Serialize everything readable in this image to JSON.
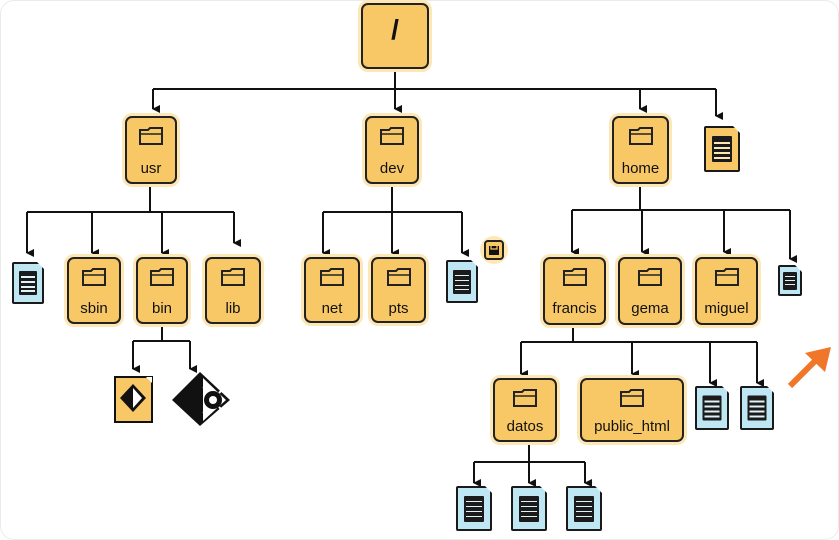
{
  "root": {
    "label": "/"
  },
  "level1": {
    "usr": {
      "label": "usr"
    },
    "dev": {
      "label": "dev"
    },
    "home": {
      "label": "home"
    }
  },
  "usr_children": {
    "sbin": "sbin",
    "bin": "bin",
    "lib": "lib"
  },
  "dev_children": {
    "net": "net",
    "pts": "pts"
  },
  "home_children": {
    "francis": "francis",
    "gema": "gema",
    "miguel": "miguel"
  },
  "francis_children": {
    "datos": "datos",
    "public_html": "public_html"
  },
  "colors": {
    "folder_fill": "#f9c866",
    "folder_glow": "#fde7b4",
    "file_fill": "#bfe6f3",
    "arrow_accent": "#f0762a",
    "line": "#111111"
  }
}
